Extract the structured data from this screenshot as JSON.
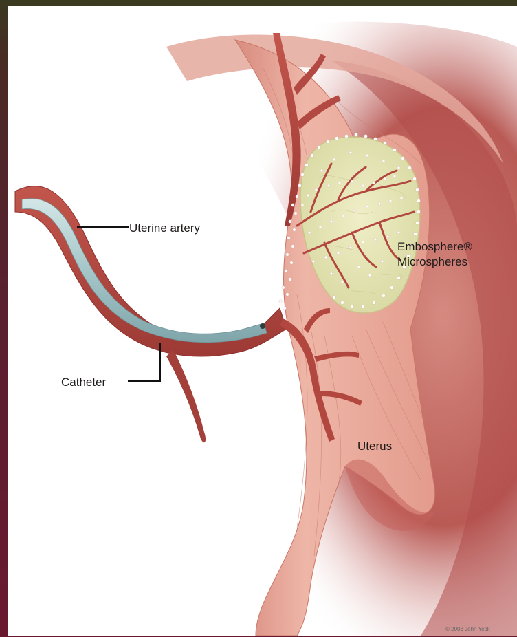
{
  "labels": {
    "uterine_artery": "Uterine artery",
    "catheter": "Catheter",
    "embosphere_line1": "Embosphere®",
    "embosphere_line2": "Microspheres",
    "uterus": "Uterus",
    "copyright": "© 2003 John Yesk"
  },
  "colors": {
    "tissue": "#e7a99a",
    "tissue_dark": "#a64a44",
    "vessel": "#b8463f",
    "fibroid": "#e8e8b8",
    "catheter": "#a9c9cc",
    "frame": "#5a1f2a"
  }
}
